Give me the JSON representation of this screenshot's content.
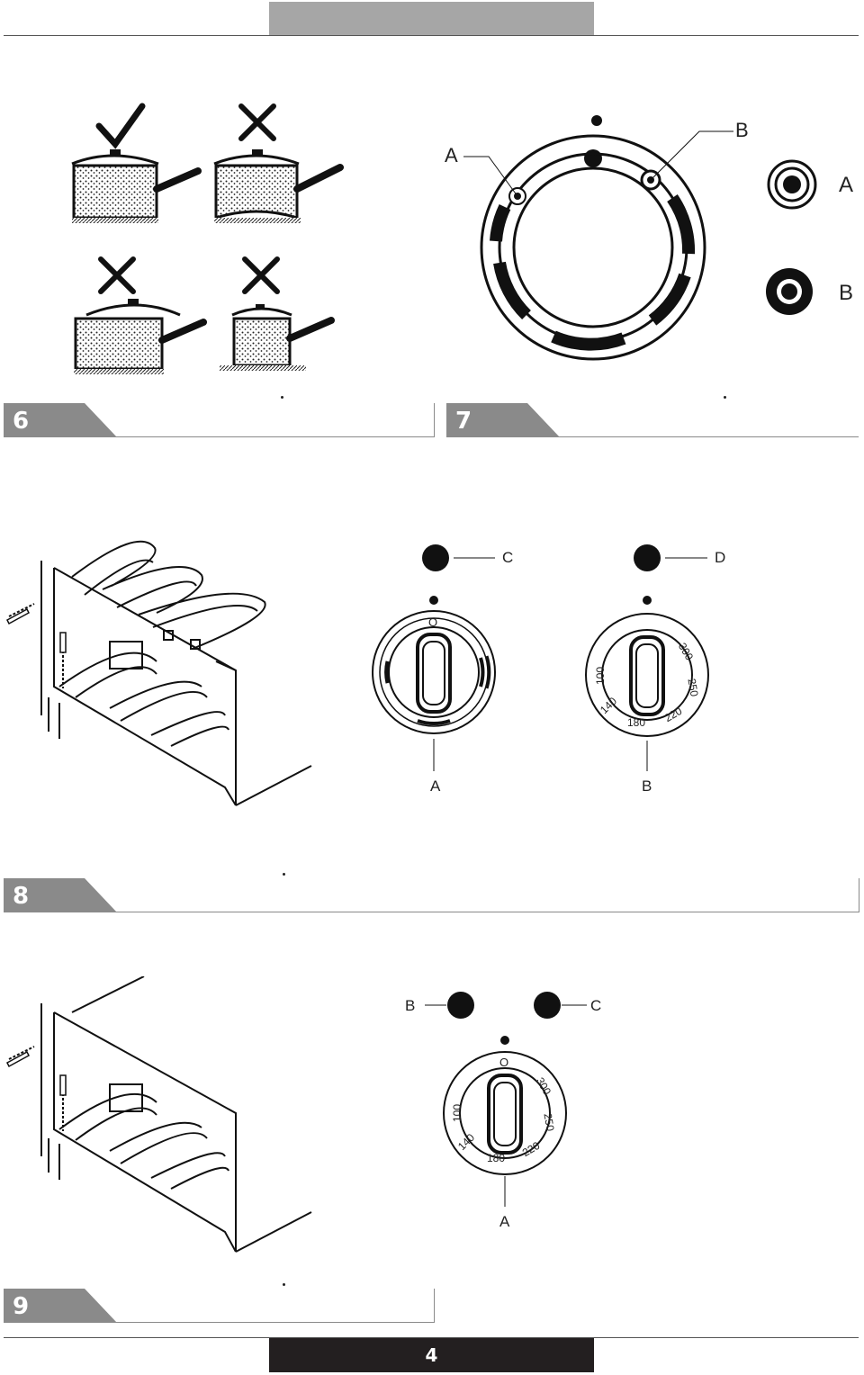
{
  "page": {
    "number": "4"
  },
  "sections": [
    {
      "number": "6"
    },
    {
      "number": "7"
    },
    {
      "number": "8"
    },
    {
      "number": "9"
    }
  ],
  "fig7": {
    "label_a": "A",
    "label_b": "B",
    "side_a": "A",
    "side_b": "B"
  },
  "fig8": {
    "top_left": "C",
    "top_right": "D",
    "bottom_left": "A",
    "bottom_right": "B",
    "knob_a_zero": "O",
    "knob_b_scale": [
      "100",
      "140",
      "180",
      "220",
      "250",
      "300"
    ]
  },
  "fig9": {
    "left": "B",
    "right": "C",
    "bottom": "A",
    "knob_zero": "O",
    "knob_scale": [
      "100",
      "140",
      "180",
      "220",
      "250",
      "300"
    ]
  },
  "colors": {
    "dark": "#231f20",
    "gray": "#a6a6a6",
    "section_gray": "#8a8a8a"
  }
}
